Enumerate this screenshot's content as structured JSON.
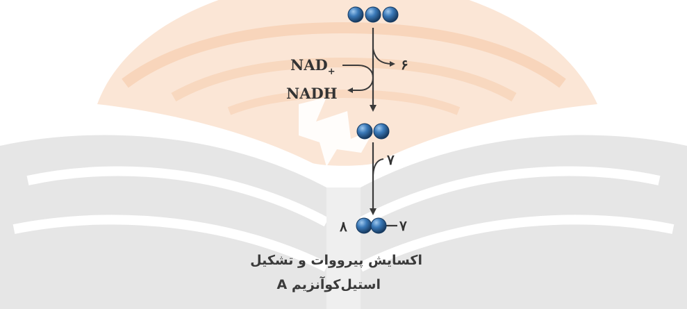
{
  "labels": {
    "nad_plus_main": "NAD",
    "nad_plus_sup": "+",
    "nadh": "NADH",
    "step_6": "۶",
    "step_7_upper": "۷",
    "step_7_lower": "۷",
    "step_8": "۸"
  },
  "caption": {
    "line1": "اکسایش پیرووات و تشکیل",
    "line2": "استیل‌کوآنزیم A"
  },
  "molecules": {
    "top_carbon_count": 3,
    "middle_carbon_count": 2,
    "bottom_carbon_count": 2
  },
  "colors": {
    "carbon_ball": "#2f6fb0",
    "carbon_ball_dark": "#1b3f66",
    "arrow": "#3a3a3a",
    "watermark_orange": "#f6c9a8",
    "watermark_gray": "#dcdcdc"
  }
}
